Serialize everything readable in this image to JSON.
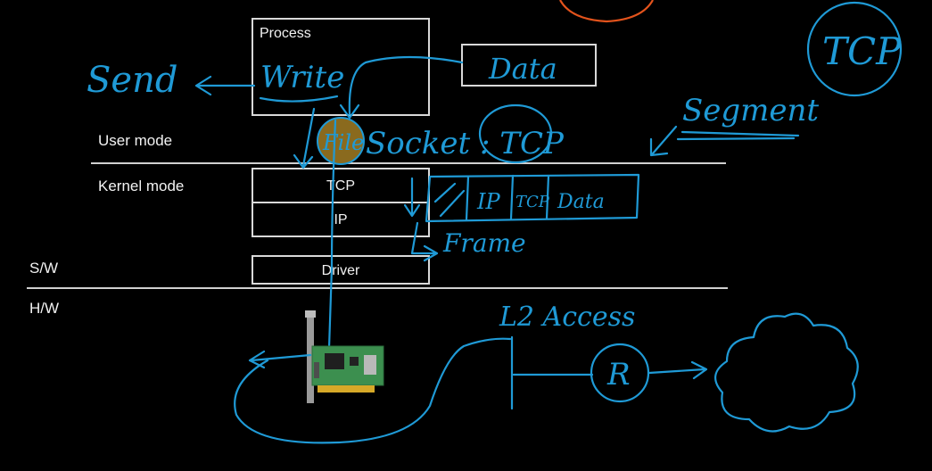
{
  "diagram": {
    "process_label": "Process",
    "user_mode_label": "User mode",
    "kernel_mode_label": "Kernel mode",
    "sw_label": "S/W",
    "hw_label": "H/W",
    "tcp_label": "TCP",
    "ip_label": "IP",
    "driver_label": "Driver"
  },
  "annotations": {
    "send": "Send",
    "write": "Write",
    "data_box": "Data",
    "file": "File",
    "socket_tcp": "Socket : TCP",
    "tcp_circle": "TCP",
    "segment": "Segment",
    "frame": "Frame",
    "ip_segment": "IP",
    "tcp_segment": "TCP",
    "data_segment": "Data",
    "l2_access": "L2 Access",
    "router": "R"
  },
  "colors": {
    "ink": "#1f9ad6",
    "highlight": "#8a6a1e",
    "accent_orange": "#e3531c"
  }
}
